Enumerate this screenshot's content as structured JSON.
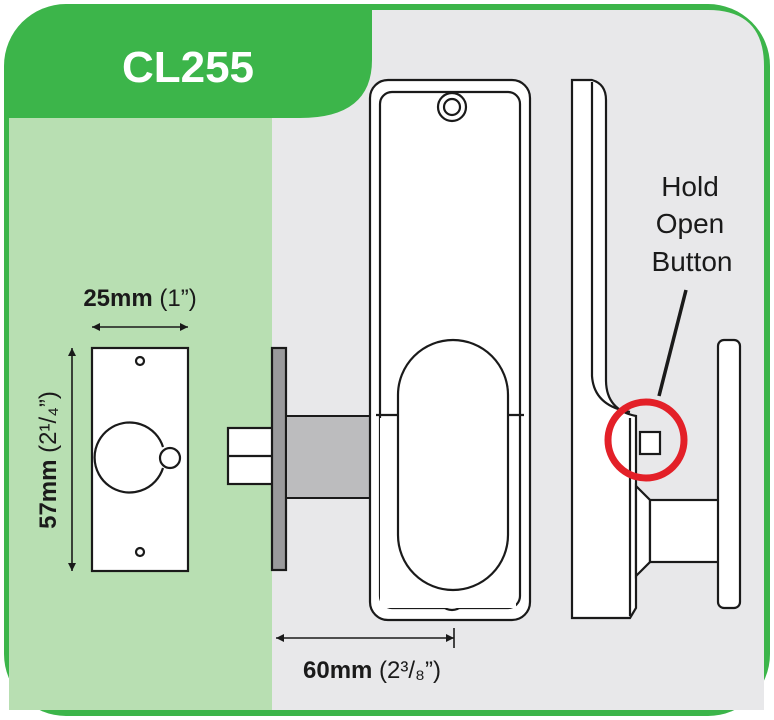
{
  "title": "CL255",
  "dimensions": {
    "width_bold": "25mm",
    "width_imperial": "(1”)",
    "height_bold": "57mm",
    "height_imperial": "(2¹/₄”)",
    "backset_bold": "60mm",
    "backset_imperial": "(2³/₈”)"
  },
  "callout": {
    "line1": "Hold",
    "line2": "Open",
    "line3": "Button"
  },
  "colors": {
    "green": "#3cb54a",
    "light_green": "#b8dfb2",
    "gray": "#e8e8ea",
    "red": "#e32028"
  }
}
